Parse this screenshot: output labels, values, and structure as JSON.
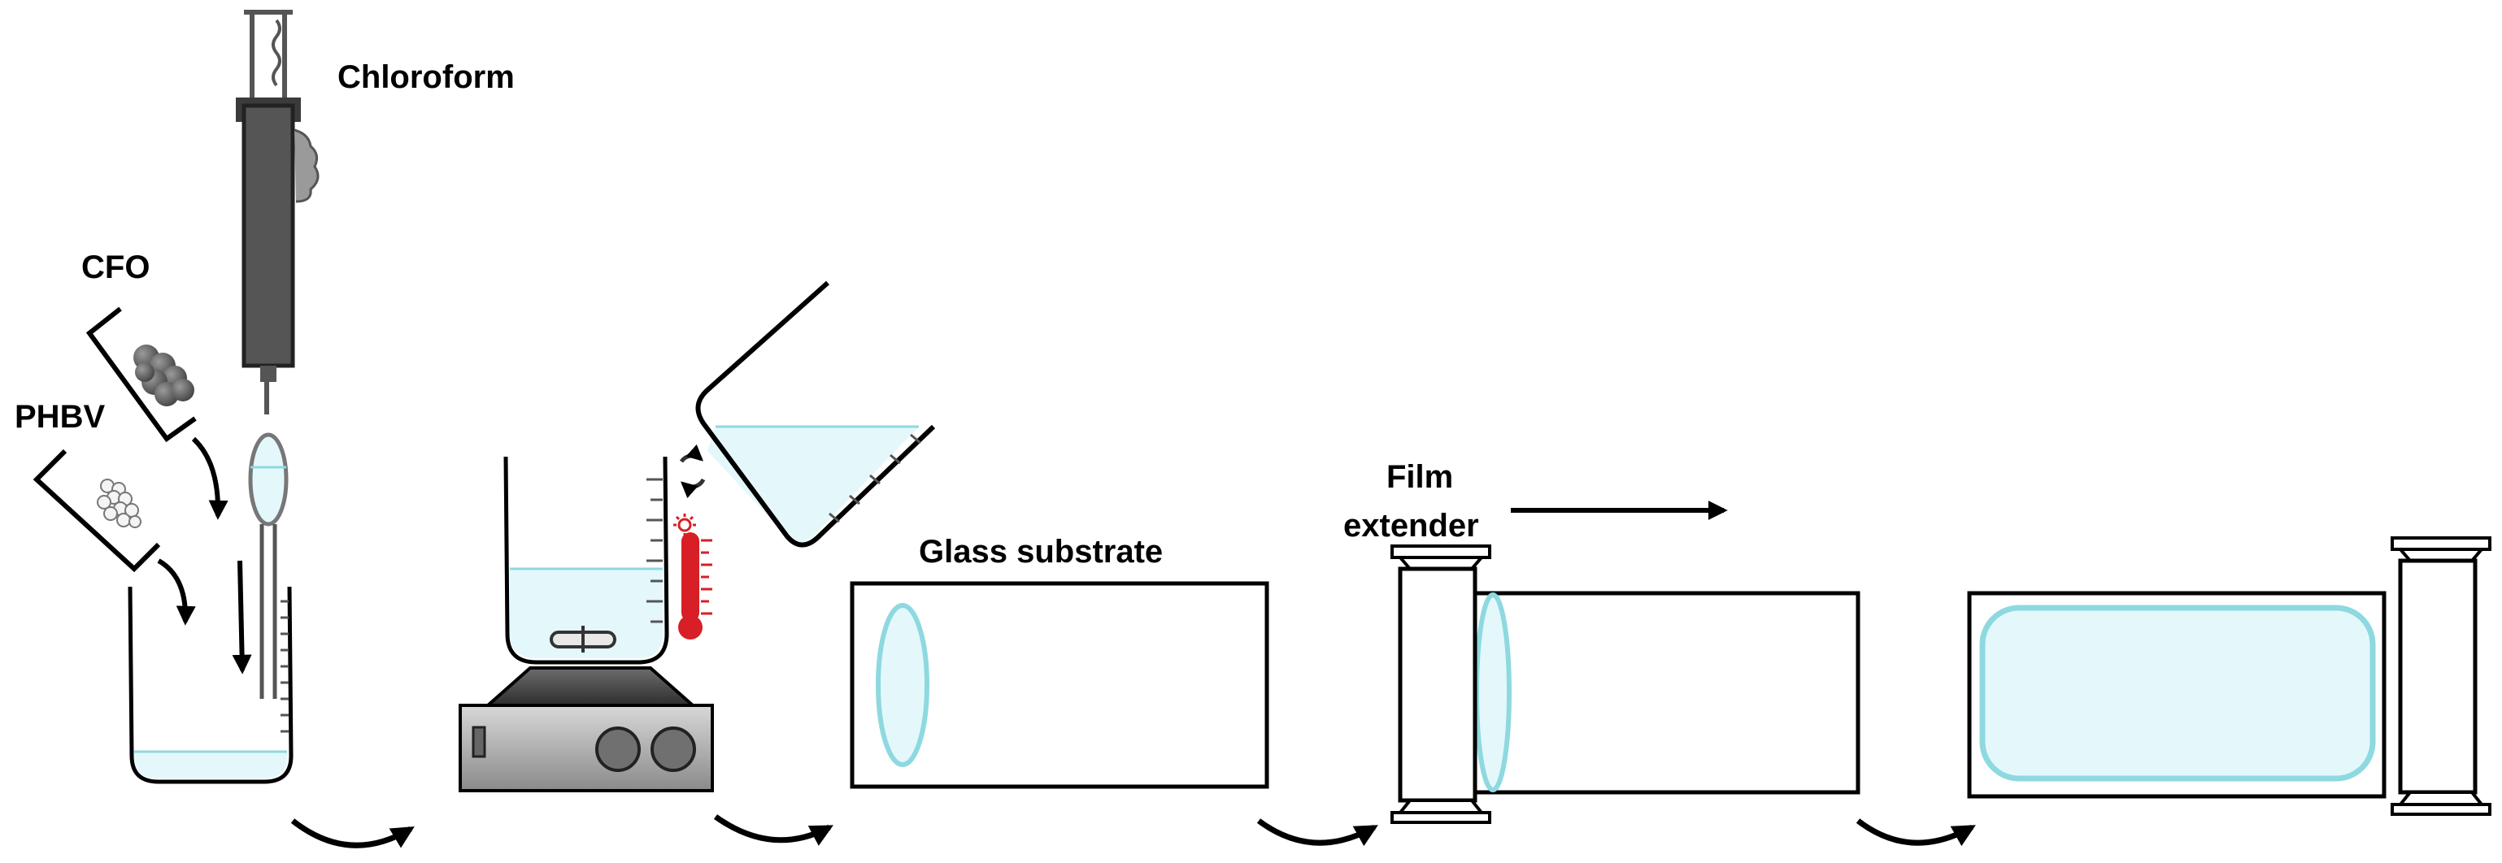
{
  "labels": {
    "chloroform": "Chloroform",
    "cfo": "CFO",
    "phbv": "PHBV",
    "glass_substrate": "Glass substrate",
    "film_extender_line1": "Film",
    "film_extender_line2": "extender"
  },
  "colors": {
    "solution": "#e4f8fb",
    "solution_edge": "#8ed9e0",
    "outline": "#000000",
    "dark_gray": "#4a4a4a",
    "thermometer_red": "#d81f26"
  },
  "icons": [
    "syringe-icon",
    "beaker-icon",
    "magnetic-stirrer-icon",
    "thermometer-icon",
    "rotation-icon",
    "glass-substrate-icon",
    "film-extender-icon",
    "arrow-icon"
  ]
}
